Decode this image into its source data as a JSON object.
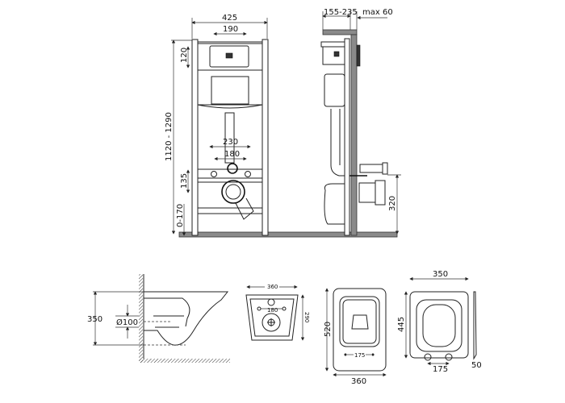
{
  "front_view": {
    "width_total": "425",
    "width_plate": "190",
    "height_plate": "120",
    "height_total": "1120 - 1290",
    "bolt_spacing_outer": "230",
    "bolt_spacing_inner": "180",
    "outlet_height": "135",
    "leg_adjust": "0-170"
  },
  "side_view": {
    "depth_range": "155-235",
    "wall_max": "max 60",
    "outlet_height": "320"
  },
  "bowl_side": {
    "height": "350",
    "pipe_diameter": "Ø100"
  },
  "bowl_top": {
    "width": "360",
    "bolt_spacing": "180",
    "depth": "290"
  },
  "bowl_front": {
    "length": "520",
    "bolt_spacing": "175",
    "width": "360"
  },
  "seat": {
    "width": "350",
    "length": "445",
    "hinge_spacing": "175",
    "thickness": "50"
  }
}
